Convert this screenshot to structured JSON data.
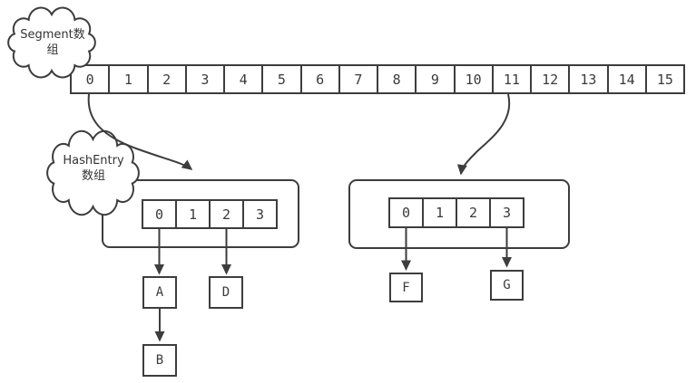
{
  "diagram": {
    "stroke_color": "#3d3d3d",
    "background_color": "#ffffff",
    "type": "concurrent-hashmap-structure"
  },
  "clouds": {
    "segment": {
      "line1": "Segment数",
      "line2": "组"
    },
    "hashentry": {
      "line1": "HashEntry",
      "line2": "数组"
    }
  },
  "segment_array": {
    "cells": [
      "0",
      "1",
      "2",
      "3",
      "4",
      "5",
      "6",
      "7",
      "8",
      "9",
      "10",
      "11",
      "12",
      "13",
      "14",
      "15"
    ]
  },
  "left_bucket": {
    "cells": [
      "0",
      "1",
      "2",
      "3"
    ]
  },
  "right_bucket": {
    "cells": [
      "0",
      "1",
      "2",
      "3"
    ]
  },
  "nodes": {
    "a": "A",
    "b": "B",
    "d": "D",
    "f": "F",
    "g": "G"
  }
}
